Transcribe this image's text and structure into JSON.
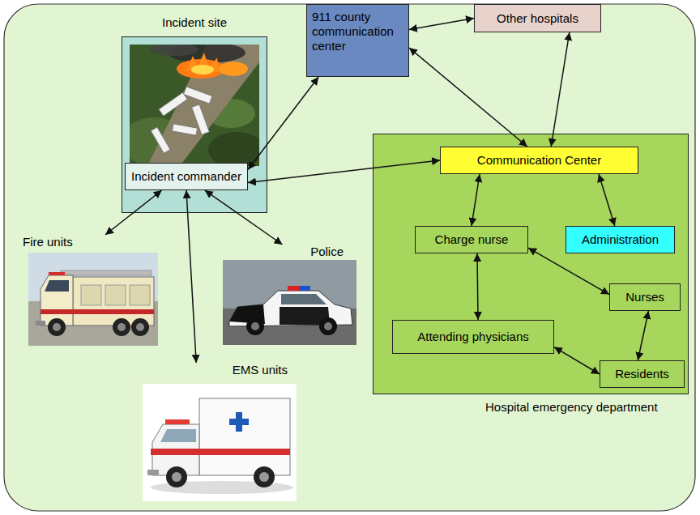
{
  "diagram": {
    "nodes": [
      {
        "text": [
          "Incident site"
        ]
      },
      {
        "text": [
          "Incident commander"
        ],
        "in": 0
      },
      {
        "text": [
          "911 county communication center"
        ]
      },
      {
        "text": [
          "Other hospitals"
        ]
      },
      {
        "text": [
          "Hospital emergency department"
        ]
      },
      {
        "text": [
          "Communication Center"
        ],
        "in": 4
      },
      {
        "text": [
          "Charge nurse"
        ],
        "in": 4
      },
      {
        "text": [
          "Administration"
        ],
        "in": 4
      },
      {
        "text": [
          "Nurses"
        ],
        "in": 4
      },
      {
        "text": [
          "Attending physicians"
        ],
        "in": 4
      },
      {
        "text": [
          "Residents"
        ],
        "in": 4
      },
      {
        "text": [
          "Fire units"
        ]
      },
      {
        "text": [
          "Police"
        ]
      },
      {
        "text": [
          "EMS units"
        ]
      }
    ],
    "edges": [
      {
        "from": 1,
        "to": 2,
        "arrow": "both"
      },
      {
        "from": 2,
        "to": 3,
        "arrow": "both"
      },
      {
        "from": 2,
        "to": 5,
        "arrow": "both"
      },
      {
        "from": 3,
        "to": 5,
        "arrow": "both"
      },
      {
        "from": 1,
        "to": 5,
        "arrow": "both"
      },
      {
        "from": 1,
        "to": 11,
        "arrow": "both"
      },
      {
        "from": 1,
        "to": 12,
        "arrow": "both"
      },
      {
        "from": 1,
        "to": 13,
        "arrow": "both"
      },
      {
        "from": 5,
        "to": 6,
        "arrow": "both"
      },
      {
        "from": 5,
        "to": 7,
        "arrow": "both"
      },
      {
        "from": 6,
        "to": 9,
        "arrow": "both"
      },
      {
        "from": 6,
        "to": 8,
        "arrow": "both"
      },
      {
        "from": 9,
        "to": 10,
        "arrow": "both"
      },
      {
        "from": 8,
        "to": 10,
        "arrow": "both"
      }
    ]
  }
}
